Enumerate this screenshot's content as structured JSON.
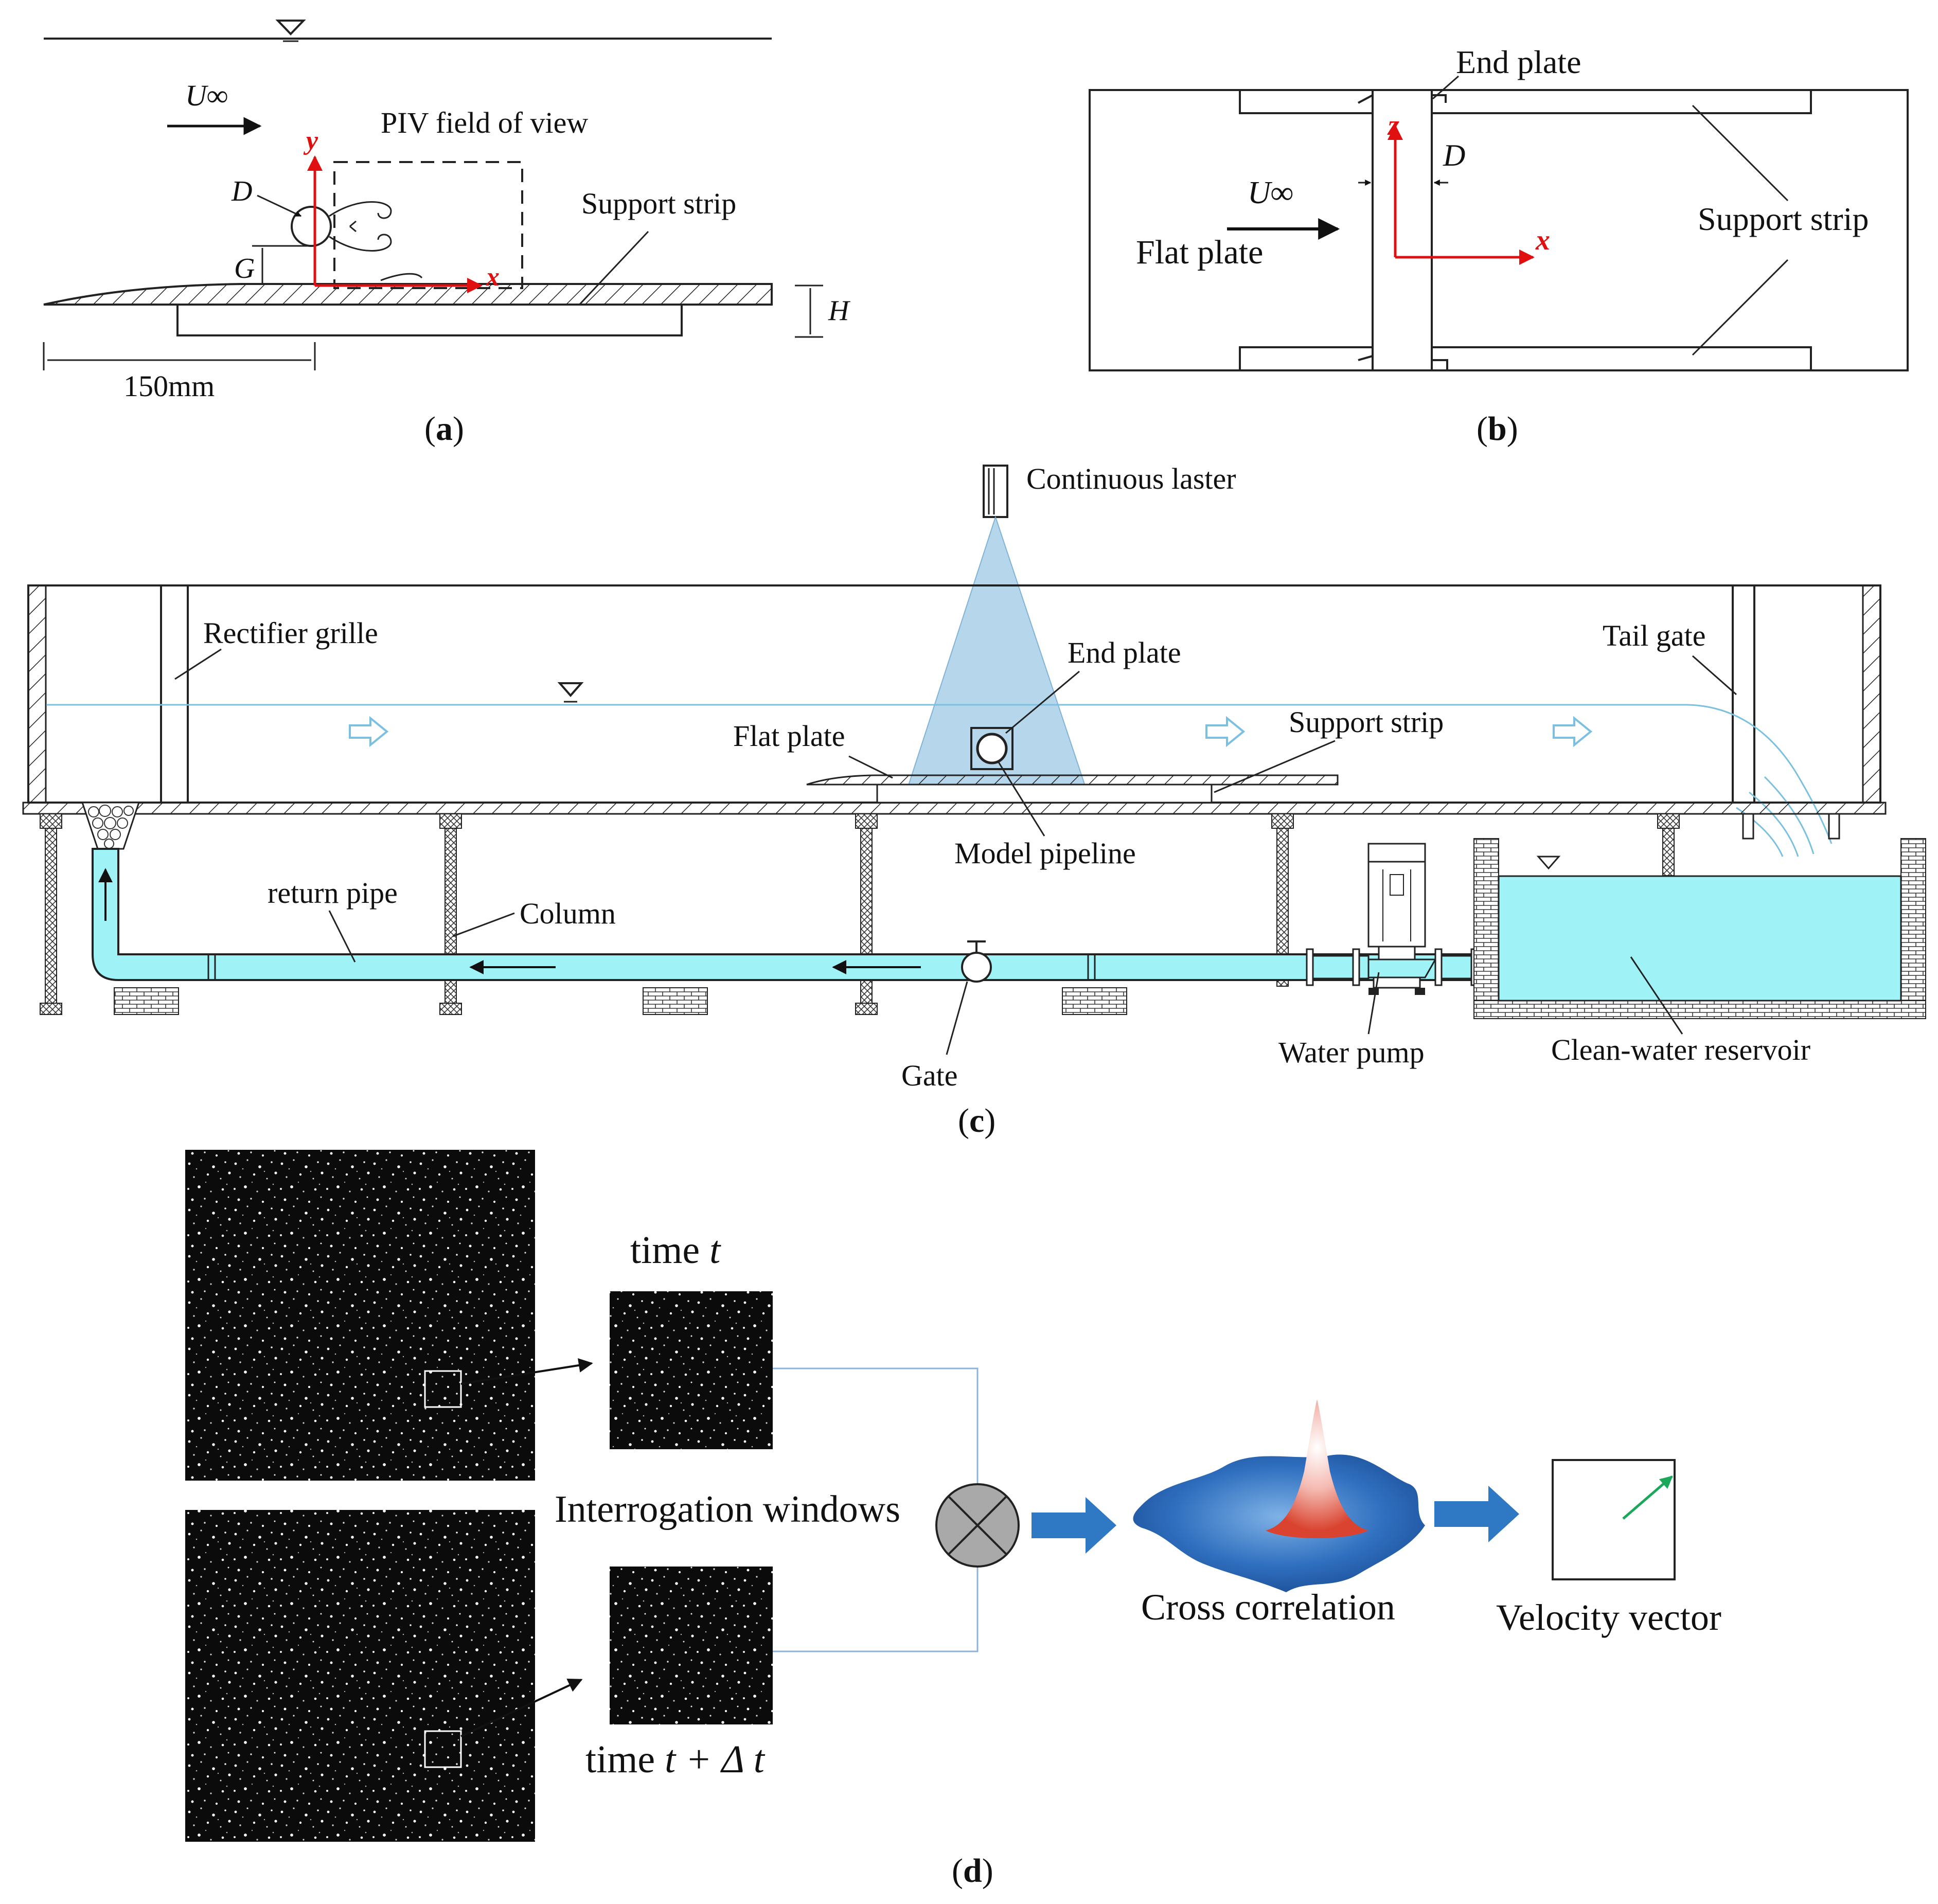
{
  "panel_a": {
    "velocity_label": "U∞",
    "fov_label": "PIV field of view",
    "support_strip": "Support strip",
    "diameter": "D",
    "gap": "G",
    "height": "H",
    "distance": "150mm",
    "axis_x": "x",
    "axis_y": "y",
    "caption_letter": "a"
  },
  "panel_b": {
    "end_plate": "End plate",
    "diameter": "D",
    "velocity_label": "U∞",
    "flat_plate": "Flat plate",
    "support_strip": "Support strip",
    "axis_x": "x",
    "axis_z": "z",
    "caption_letter": "b"
  },
  "panel_c": {
    "continuous_laser": "Continuous laster",
    "rectifier_grille": "Rectifier grille",
    "end_plate": "End plate",
    "tail_gate": "Tail gate",
    "support_strip": "Support strip",
    "flat_plate": "Flat plate",
    "model_pipeline": "Model pipeline",
    "return_pipe": "return pipe",
    "column": "Column",
    "gate": "Gate",
    "water_pump": "Water pump",
    "reservoir": "Clean-water reservoir",
    "caption_letter": "c"
  },
  "panel_d": {
    "time_t_word": "time",
    "time_t_var": "t",
    "time_dt_word": "time",
    "time_dt_var": "t + Δ t",
    "interrogation": "Interrogation windows",
    "cross_correlation": "Cross correlation",
    "velocity_vector": "Velocity vector",
    "caption_letter": "d"
  },
  "colors": {
    "water": "#9ff3f7",
    "laser": "#a9cfe8",
    "axis_red": "#e01010",
    "arrow_blue": "#2f78c4",
    "vector_green": "#1aa85a"
  }
}
